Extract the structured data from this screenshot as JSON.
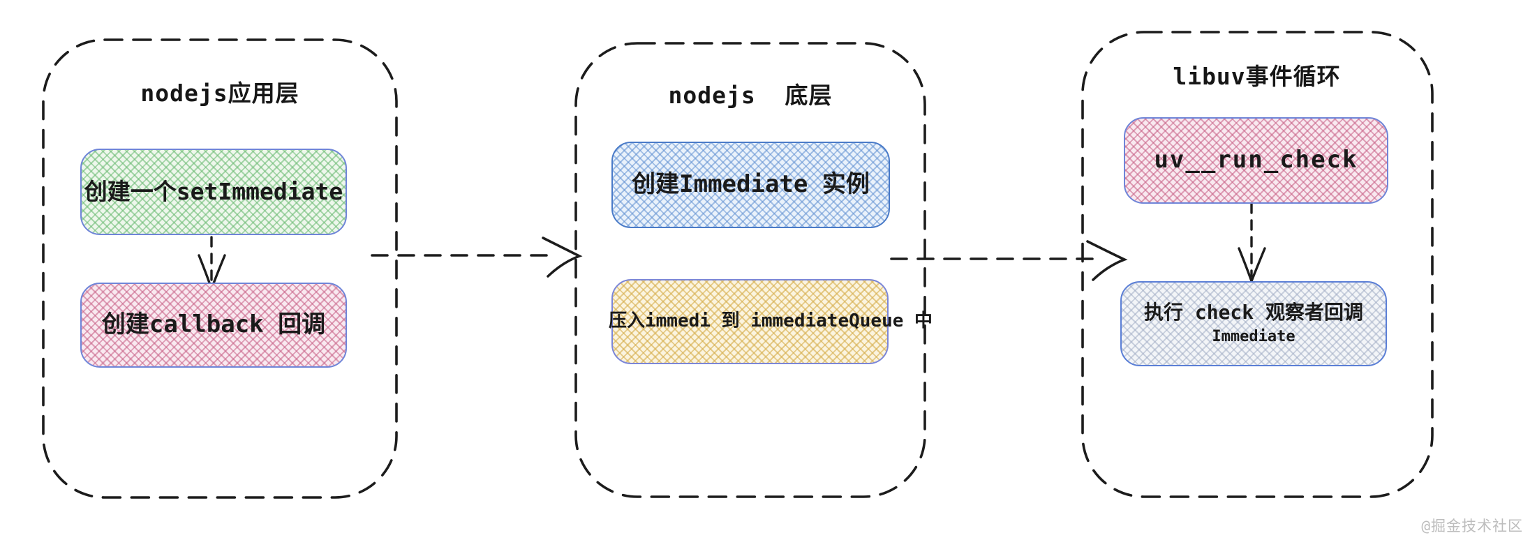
{
  "watermark": "@掘金技术社区",
  "groups": [
    {
      "title": "nodejs应用层",
      "boxes": [
        {
          "label": "创建一个setImmediate",
          "variant": "green"
        },
        {
          "label": "创建callback 回调",
          "variant": "red"
        }
      ]
    },
    {
      "title": "nodejs  底层",
      "boxes": [
        {
          "label": "创建Immediate 实例",
          "variant": "blue"
        },
        {
          "label": "压入immedi 到 immediateQueue 中",
          "variant": "yellow"
        }
      ]
    },
    {
      "title": "libuv事件循环",
      "boxes": [
        {
          "label": "uv__run_check",
          "variant": "red"
        },
        {
          "label": "执行 check 观察者回调",
          "sublabel": "Immediate",
          "variant": "gray"
        }
      ]
    }
  ],
  "edges": [
    {
      "from": "创建一个setImmediate",
      "to": "创建callback 回调",
      "style": "dashed-arrow"
    },
    {
      "from": "nodejs应用层",
      "to": "nodejs 底层",
      "style": "dashed-arrow"
    },
    {
      "from": "nodejs 底层",
      "to": "libuv事件循环",
      "style": "dashed-arrow"
    },
    {
      "from": "uv__run_check",
      "to": "执行 check 观察者回调 Immediate",
      "style": "dashed-arrow"
    }
  ],
  "colors": {
    "outline": "#1c1c1c",
    "box_border_slate": "#6f85d8",
    "box_border_blue": "#4a7bc8",
    "green_hatch": "#68b970",
    "red_hatch": "#c75f85",
    "blue_hatch": "#6291d2",
    "yellow_hatch": "#d6ae4c",
    "gray_hatch": "#9eaac2",
    "text": "#1a1a1a",
    "watermark_gray": "#bdbdbd"
  }
}
